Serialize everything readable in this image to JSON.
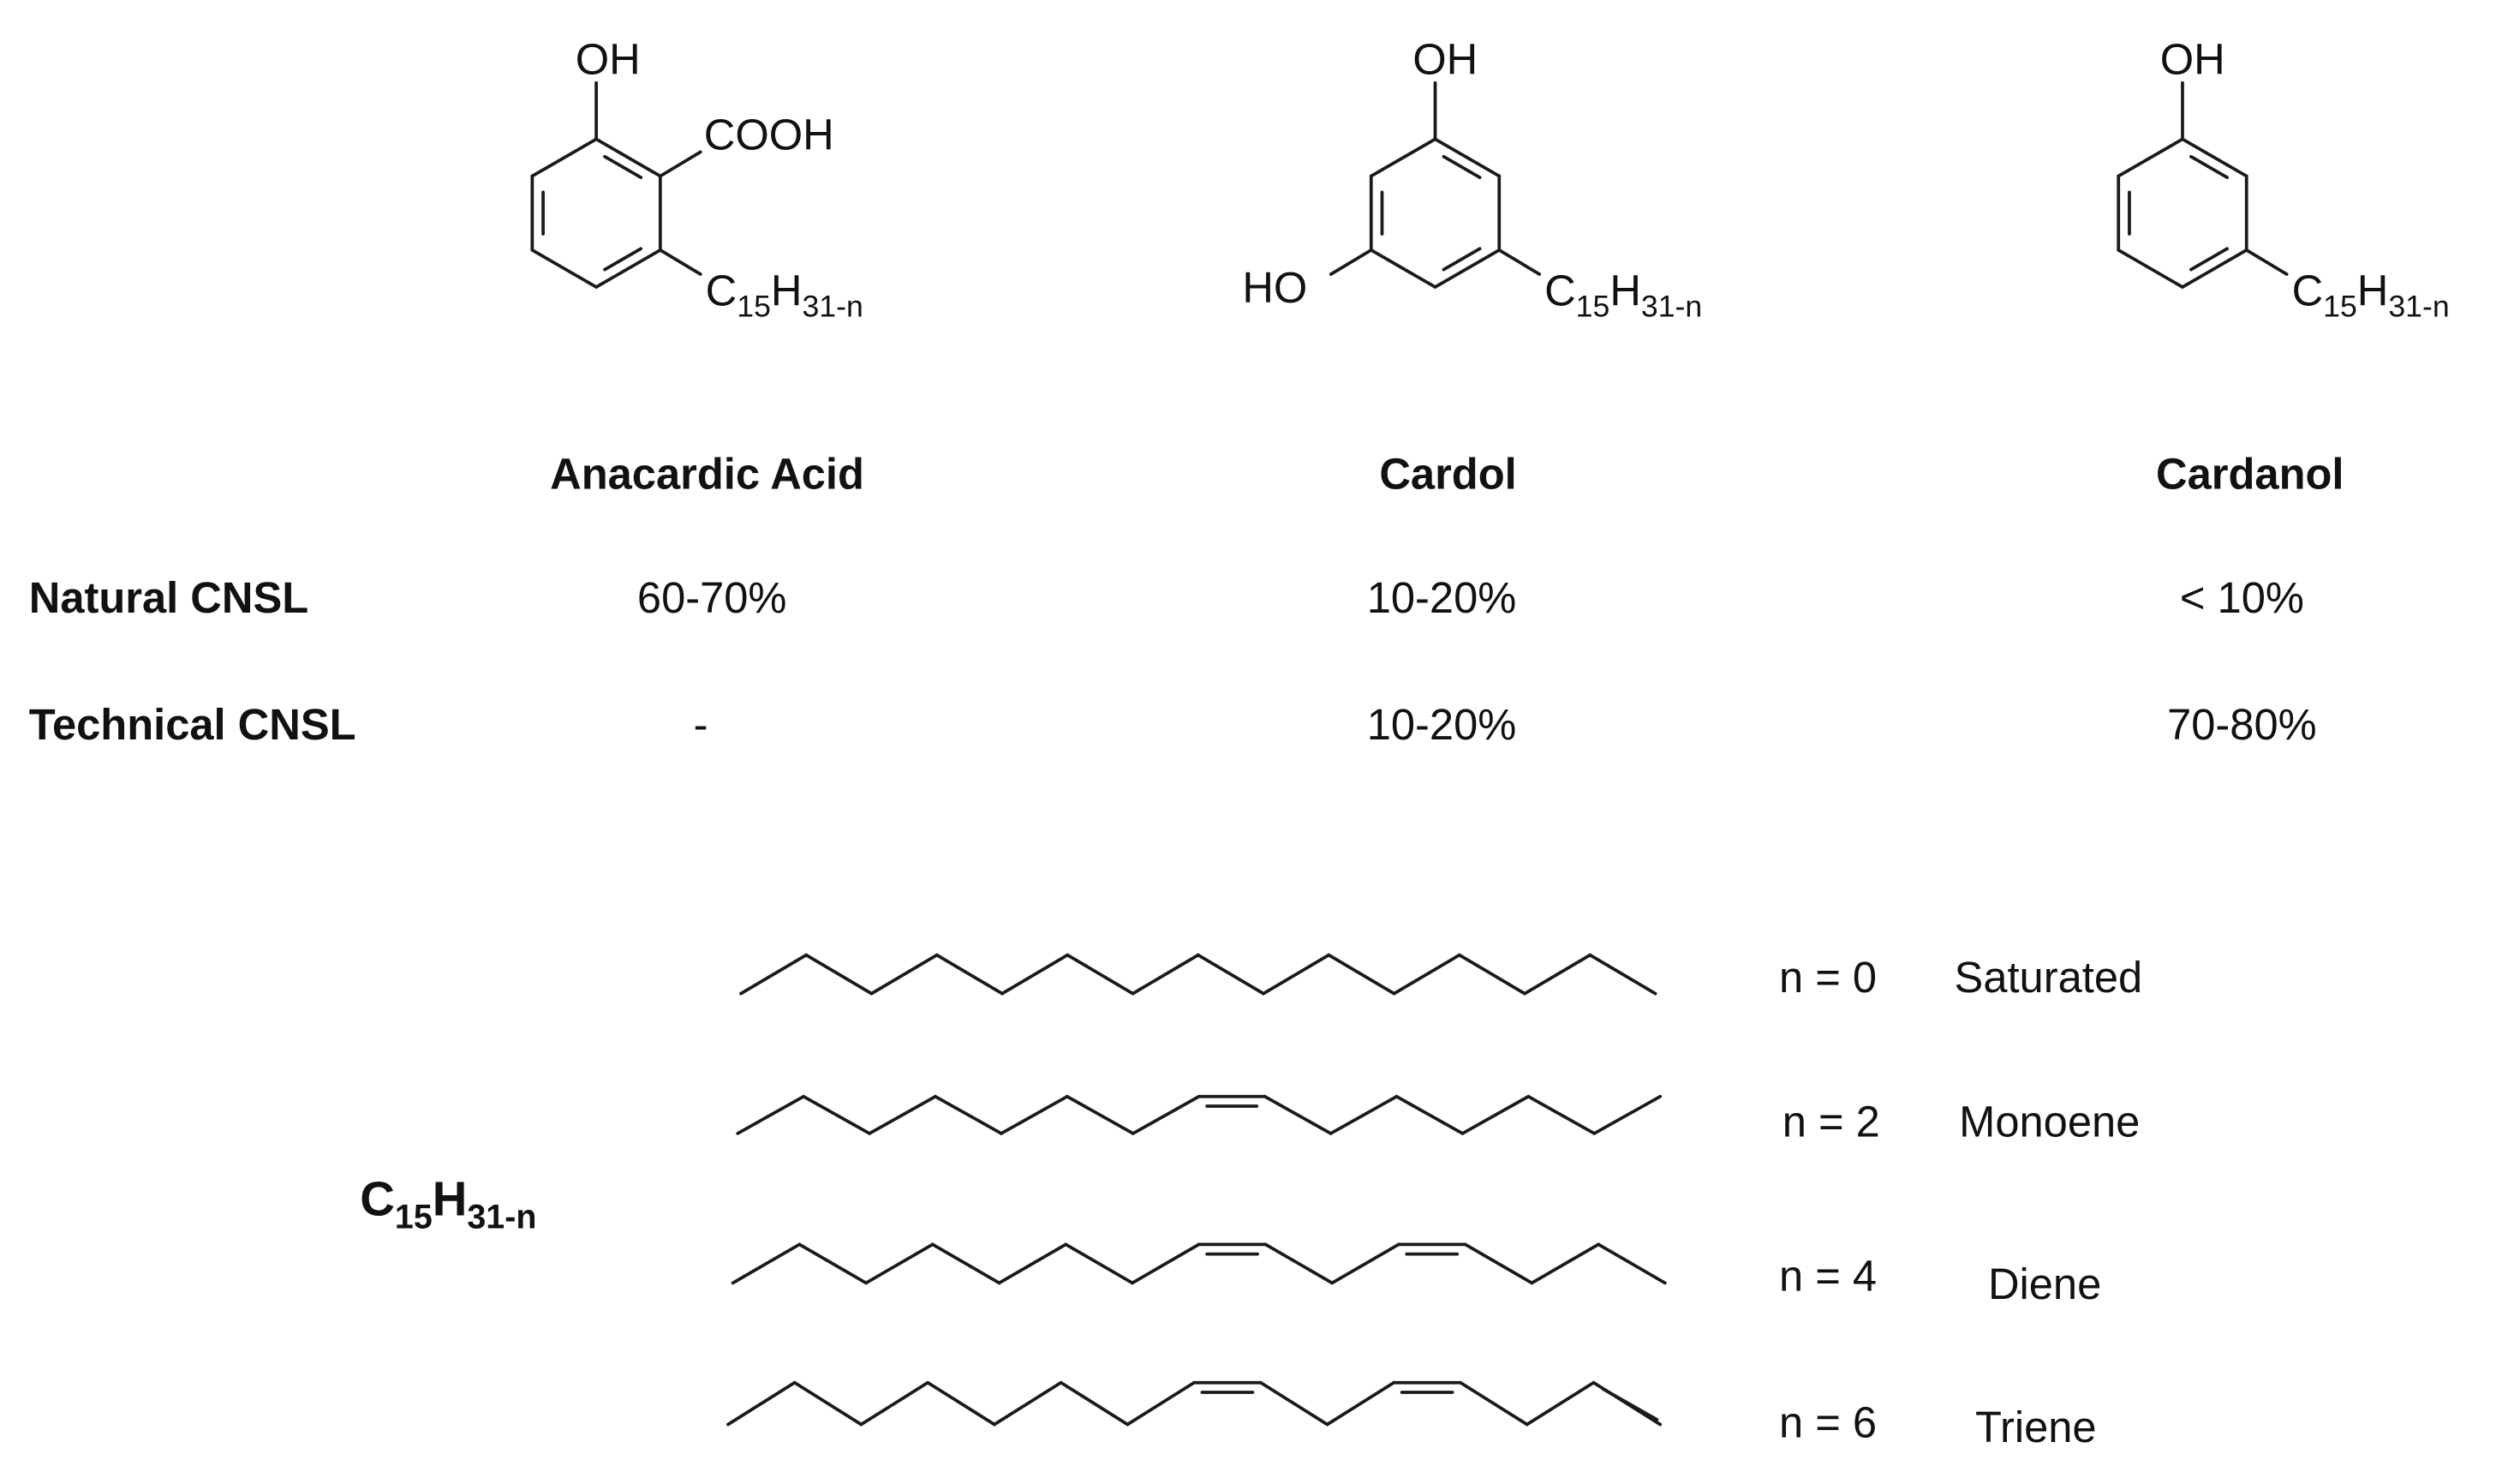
{
  "compounds": [
    {
      "name": "Anacardic Acid",
      "top": "OH",
      "side": "COOH",
      "chain": {
        "c": "C",
        "n1": "15",
        "h": "H",
        "n2": "31-n"
      },
      "natural": "60-70%",
      "technical": "-"
    },
    {
      "name": "Cardol",
      "top": "OH",
      "side": "HO",
      "chain": {
        "c": "C",
        "n1": "15",
        "h": "H",
        "n2": "31-n"
      },
      "natural": "10-20%",
      "technical": "10-20%"
    },
    {
      "name": "Cardanol",
      "top": "OH",
      "chain": {
        "c": "C",
        "n1": "15",
        "h": "H",
        "n2": "31-n"
      },
      "natural": "< 10%",
      "technical": "70-80%"
    }
  ],
  "rows": {
    "natural": "Natural CNSL",
    "technical": "Technical CNSL"
  },
  "sidechain_label": {
    "c": "C",
    "n1": "15",
    "h": "H",
    "n2": "31-n"
  },
  "chains": [
    {
      "n": "n = 0",
      "name": "Saturated"
    },
    {
      "n": "n = 2",
      "name": "Monoene"
    },
    {
      "n": "n = 4",
      "name": "Diene"
    },
    {
      "n": "n = 6",
      "name": "Triene"
    }
  ]
}
